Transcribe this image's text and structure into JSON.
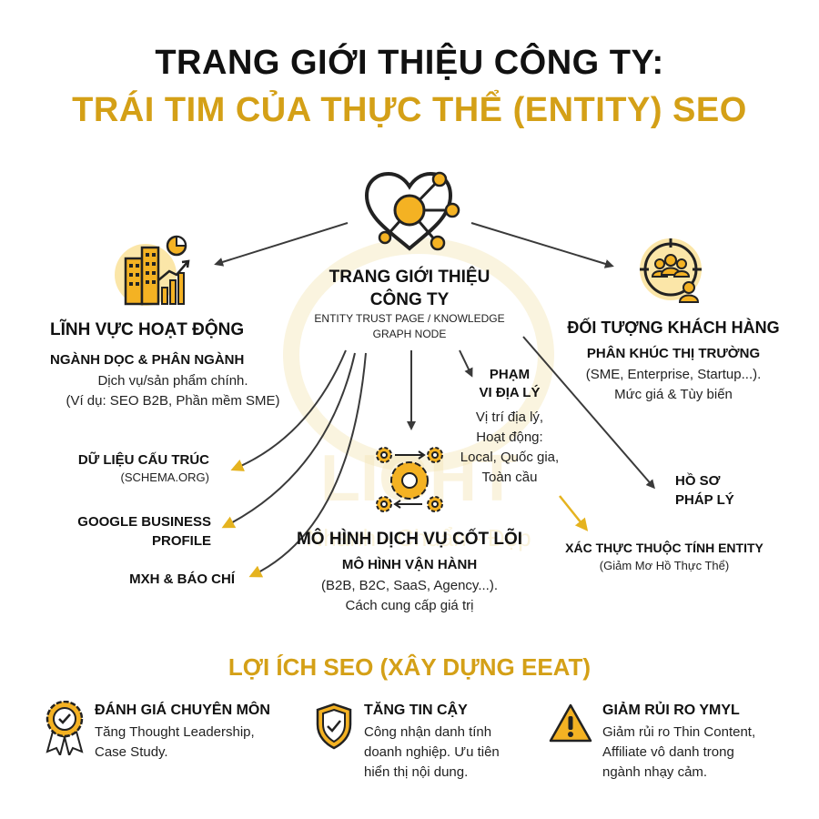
{
  "title": {
    "line1": "TRANG GIỚI THIỆU CÔNG TY:",
    "line2": "TRÁI TIM CỦA THỰC THỂ (ENTITY) SEO"
  },
  "colors": {
    "accent": "#D4A017",
    "dark": "#1a1a1a",
    "arrow_dark": "#3a3a3a"
  },
  "center": {
    "title_line1": "TRANG GIỚI THIỆU",
    "title_line2": "CÔNG TY",
    "sub_line1": "ENTITY TRUST PAGE / KNOWLEDGE",
    "sub_line2": "GRAPH NODE",
    "icon": "heart-network-icon"
  },
  "left_node": {
    "heading": "LĨNH VỰC HOẠT ĐỘNG",
    "sub": "NGÀNH DỌC & PHÂN NGÀNH",
    "line1": "Dịch vụ/sản phẩm chính.",
    "line2": "(Ví dụ: SEO B2B, Phần mềm SME)",
    "icon": "buildings-growth-chart-icon"
  },
  "right_node": {
    "heading": "ĐỐI TƯỢNG KHÁCH HÀNG",
    "sub": "PHÂN KHÚC THỊ TRƯỜNG",
    "line1": "(SME, Enterprise, Startup...).",
    "line2": "Mức giá & Tùy biến",
    "icon": "target-audience-icon"
  },
  "left_list": {
    "item1_line1": "DỮ LIỆU CẤU TRÚC",
    "item1_line2": "(SCHEMA.ORG)",
    "item2_line1": "GOOGLE BUSINESS",
    "item2_line2": "PROFILE",
    "item3": "MXH & BÁO CHÍ"
  },
  "service": {
    "heading": "MÔ HÌNH DỊCH VỤ CỐT LÕI",
    "sub": "MÔ HÌNH VẬN HÀNH",
    "line1": "(B2B, B2C, SaaS, Agency...).",
    "line2": "Cách cung cấp giá trị",
    "icon": "gears-process-icon"
  },
  "geo": {
    "heading1": "PHẠM",
    "heading2": "VI ĐỊA LÝ",
    "line1": "Vị trí địa lý,",
    "line2": "Hoạt động:",
    "line3": "Local, Quốc gia,",
    "line4": "Toàn cầu"
  },
  "legal": {
    "line1": "HỒ SƠ",
    "line2": "PHÁP LÝ"
  },
  "verify": {
    "heading": "XÁC THỰC THUỘC TÍNH ENTITY",
    "sub": "(Giảm Mơ Hồ Thực Thể)"
  },
  "benefits": {
    "title": "LỢI ÍCH SEO (XÂY DỰNG EEAT)",
    "items": [
      {
        "heading": "ĐÁNH GIÁ CHUYÊN MÔN",
        "line1": "Tăng Thought Leadership,",
        "line2": "Case Study.",
        "line3": "",
        "icon": "award-badge-icon"
      },
      {
        "heading": "TĂNG TIN CẬY",
        "line1": "Công nhận danh tính",
        "line2": "doanh nghiệp. Ưu tiên",
        "line3": "hiển thị nội dung.",
        "icon": "shield-check-icon"
      },
      {
        "heading": "GIẢM RỦI RO YMYL",
        "line1": "Giảm rủi ro Thin Content,",
        "line2": "Affiliate vô danh trong",
        "line3": "ngành nhạy cảm.",
        "icon": "warning-icon"
      }
    ]
  },
  "watermark": {
    "line1": "LIGHT",
    "line2": "Nhanh - Chuẩn - Đẹp"
  }
}
